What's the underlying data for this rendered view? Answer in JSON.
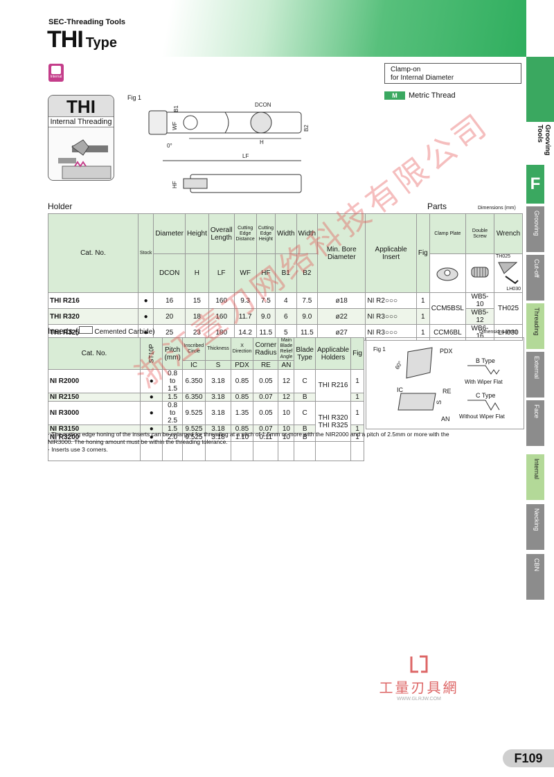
{
  "header": {
    "series": "SEC-Threading Tools",
    "title_main": "THI",
    "title_sub": "Type"
  },
  "badge": {
    "label": "Internal"
  },
  "clamp_box": {
    "line1": "Clamp-on",
    "line2": "for Internal Diameter"
  },
  "metric": {
    "tag": "M",
    "text": "Metric Thread"
  },
  "thi_box": {
    "title": "THI",
    "subtitle": "Internal Threading"
  },
  "diagram": {
    "fig": "Fig 1",
    "labels": {
      "dcon": "DCON",
      "b1": "B1",
      "wf": "WF",
      "b2": "B2",
      "h": "H",
      "lf": "LF",
      "hf": "HF",
      "angle": "0°"
    }
  },
  "side_tabs": {
    "group": "Grooving Tools",
    "letter": "F",
    "tabs": [
      "Grooving",
      "Cut-off",
      "Threading",
      "External",
      "Face",
      "Internal",
      "Necking",
      "CBN"
    ]
  },
  "holder": {
    "section_title": "Holder",
    "parts_title": "Parts",
    "dimensions_note": "Dimensions (mm)",
    "headers": {
      "cat_no": "Cat. No.",
      "stock": "Stock",
      "diameter": "Diameter",
      "height": "Height",
      "overall_length": "Overall Length",
      "cutting_edge_distance": "Cutting Edge Distance",
      "cutting_edge_height": "Cutting Edge Height",
      "width1": "Width",
      "width2": "Width",
      "min_bore": "Min. Bore Diameter",
      "applicable_insert": "Applicable Insert",
      "fig": "Fig",
      "clamp_plate": "Clamp Plate",
      "double_screw": "Double Screw",
      "wrench": "Wrench"
    },
    "codes": {
      "dcon": "DCON",
      "h": "H",
      "lf": "LF",
      "wf": "WF",
      "hf": "HF",
      "b1": "B1",
      "b2": "B2"
    },
    "parts_labels": {
      "th025": "TH025",
      "lh030": "LH030"
    },
    "rows": [
      {
        "cat": "THI R216",
        "stock": "●",
        "dcon": "16",
        "h": "15",
        "lf": "160",
        "wf": "9.3",
        "hf": "7.5",
        "b1": "4",
        "b2": "7.5",
        "bore": "ø18",
        "insert": "NI R2○○○",
        "fig": "1",
        "clamp": "CCM5BSL",
        "screw": "WB5-10",
        "wrench": "TH025"
      },
      {
        "cat": "THI R320",
        "stock": "●",
        "dcon": "20",
        "h": "18",
        "lf": "160",
        "wf": "11.7",
        "hf": "9.0",
        "b1": "6",
        "b2": "9.0",
        "bore": "ø22",
        "insert": "NI R3○○○",
        "fig": "1",
        "screw": "WB5-12"
      },
      {
        "cat": "THI R325",
        "stock": "●",
        "dcon": "25",
        "h": "23",
        "lf": "180",
        "wf": "14.2",
        "hf": "11.5",
        "b1": "5",
        "b2": "11.5",
        "bore": "ø27",
        "insert": "NI R3○○○",
        "fig": "1",
        "clamp": "CCM6BL",
        "screw": "WB6-16",
        "wrench": "LH030"
      }
    ]
  },
  "inserts": {
    "section_title": "Inserts (",
    "material": "Cemented Carbide)",
    "dimensions_note": "Dimensions (mm)",
    "headers": {
      "cat_no": "Cat. No.",
      "grade": "ST10P",
      "pitch": "Pitch (mm)",
      "inscribed": "Inscribed Circle",
      "thickness": "Thickness",
      "x_direction": "X Direction",
      "corner_radius": "Corner Radius",
      "relief": "Main Blade Relief Angle",
      "blade_type": "Blade Type",
      "applicable_holders": "Applicable Holders",
      "fig": "Fig"
    },
    "codes": {
      "ic": "IC",
      "s": "S",
      "pdx": "PDX",
      "re": "RE",
      "an": "AN"
    },
    "rows": [
      {
        "cat": "NI R2000",
        "st": "●",
        "pitch": "0.8 to 1.5",
        "ic": "6.350",
        "s": "3.18",
        "pdx": "0.85",
        "re": "0.05",
        "an": "12",
        "type": "C",
        "fig": "1"
      },
      {
        "cat": "NI R2150",
        "st": "●",
        "pitch": "1.5",
        "ic": "6.350",
        "s": "3.18",
        "pdx": "0.85",
        "re": "0.07",
        "an": "12",
        "type": "B",
        "fig": "1"
      },
      {
        "cat": "NI R3000",
        "st": "●",
        "pitch": "0.8 to 2.5",
        "ic": "9.525",
        "s": "3.18",
        "pdx": "1.35",
        "re": "0.05",
        "an": "10",
        "type": "C",
        "fig": "1"
      },
      {
        "cat": "NI R3150",
        "st": "●",
        "pitch": "1.5",
        "ic": "9.525",
        "s": "3.18",
        "pdx": "0.85",
        "re": "0.07",
        "an": "10",
        "type": "B",
        "fig": "1"
      },
      {
        "cat": "NI R3200",
        "st": "●",
        "pitch": "2.0",
        "ic": "9.525",
        "s": "3.18",
        "pdx": "1.10",
        "re": "0.11",
        "an": "10",
        "type": "B",
        "fig": "1"
      }
    ],
    "holders_a": "THI R216",
    "holders_b1": "THI R320",
    "holders_b2": "THI R325",
    "fig_panel": {
      "fig": "Fig 1",
      "pdx": "PDX",
      "ic": "IC",
      "re": "RE",
      "s": "S",
      "an": "AN",
      "angle": "60°",
      "b_type": "B Type",
      "b_desc": "With Wiper Flat",
      "c_type": "C Type",
      "c_desc": "Without Wiper Flat"
    }
  },
  "notes": [
    "· The cutting edge honing of the inserts can be enlarged for threading at a pitch of 1.5mm or more with the NIR2000 and a pitch of 2.5mm or more with the",
    "  NIR3000. The honing amount must be within the threading tolerance.",
    "· Inserts use 3 corners."
  ],
  "watermark": "浙江壹刀网络科技有限公司",
  "logo": {
    "text": "工量刃具網",
    "url": "WWW.GLRJW.COM"
  },
  "page_number": "F109"
}
